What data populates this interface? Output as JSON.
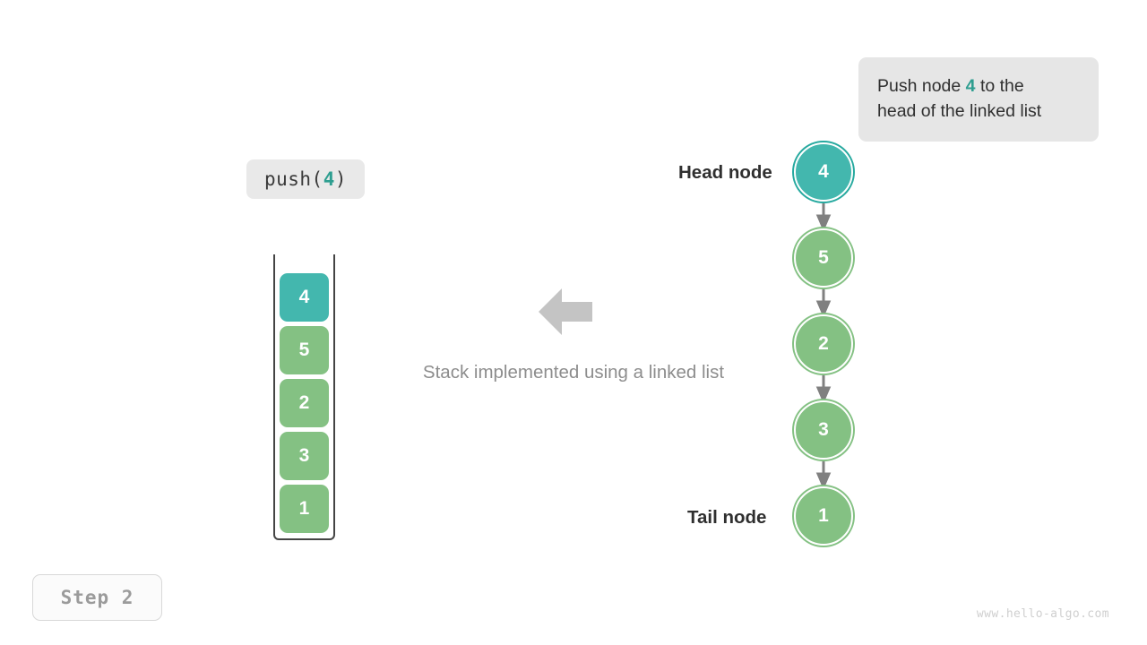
{
  "callout": {
    "text_before": "Push node ",
    "highlight": "4",
    "text_after": " to the",
    "line2": "head of the linked list",
    "accent_color": "#2e9e90",
    "background_color": "#e6e6e6"
  },
  "operation_chip": {
    "prefix": "push(",
    "argument": "4",
    "suffix": ")"
  },
  "stack": {
    "caption": "Stack implemented using a linked list",
    "cells": [
      {
        "value": "4",
        "color": "teal"
      },
      {
        "value": "5",
        "color": "green"
      },
      {
        "value": "2",
        "color": "green"
      },
      {
        "value": "3",
        "color": "green"
      },
      {
        "value": "1",
        "color": "green"
      }
    ]
  },
  "linked_list": {
    "head_label": "Head node",
    "tail_label": "Tail node",
    "nodes": [
      {
        "value": "4",
        "color": "teal"
      },
      {
        "value": "5",
        "color": "green"
      },
      {
        "value": "2",
        "color": "green"
      },
      {
        "value": "3",
        "color": "green"
      },
      {
        "value": "1",
        "color": "green"
      }
    ]
  },
  "step_badge": {
    "label": "Step 2"
  },
  "watermark": {
    "text": "www.hello-algo.com"
  },
  "colors": {
    "teal": "#43b7ae",
    "teal_ring": "#26a99f",
    "green": "#84c183",
    "arrow_gray": "#808080",
    "big_arrow_gray": "#c4c4c4",
    "caption_gray": "#8d8d8d",
    "label_dark": "#2f2f2f"
  }
}
